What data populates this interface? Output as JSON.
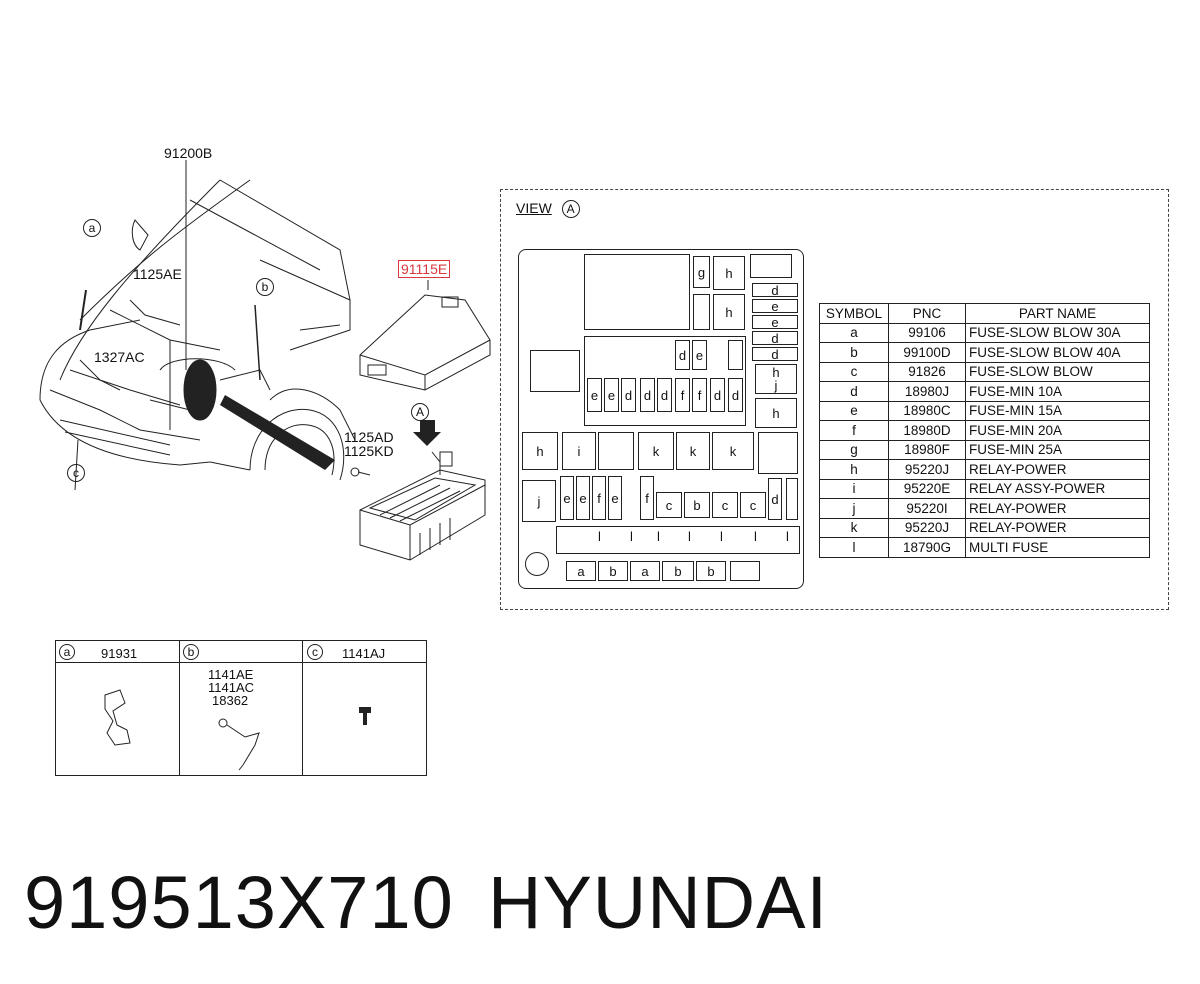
{
  "labels": {
    "harness_main": "91200B",
    "relay_box": "91115E",
    "bolt_1": "1125AE",
    "nut_1": "1327AC",
    "screws": "1125AD\n1125KD",
    "screws_a": "1125AD",
    "screws_b": "1125KD",
    "view_arrow": "A",
    "callout_a": "a",
    "callout_b": "b",
    "callout_c": "c"
  },
  "view": {
    "title": "VIEW",
    "marker": "A"
  },
  "parts_table": {
    "headers": [
      "SYMBOL",
      "PNC",
      "PART NAME"
    ],
    "rows": [
      [
        "a",
        "99106",
        "FUSE-SLOW BLOW 30A"
      ],
      [
        "b",
        "99100D",
        "FUSE-SLOW BLOW 40A"
      ],
      [
        "c",
        "91826",
        "FUSE-SLOW BLOW"
      ],
      [
        "d",
        "18980J",
        "FUSE-MIN 10A"
      ],
      [
        "e",
        "18980C",
        "FUSE-MIN 15A"
      ],
      [
        "f",
        "18980D",
        "FUSE-MIN 20A"
      ],
      [
        "g",
        "18980F",
        "FUSE-MIN 25A"
      ],
      [
        "h",
        "95220J",
        "RELAY-POWER"
      ],
      [
        "i",
        "95220E",
        "RELAY ASSY-POWER"
      ],
      [
        "j",
        "95220I",
        "RELAY-POWER"
      ],
      [
        "k",
        "95220J",
        "RELAY-POWER"
      ],
      [
        "l",
        "18790G",
        "MULTI FUSE"
      ]
    ]
  },
  "fuse_box": {
    "g": "g",
    "h": "h",
    "d": "d",
    "e": "e",
    "f": "f",
    "i": "i",
    "j": "j",
    "k": "k",
    "l": "l",
    "a": "a",
    "b": "b",
    "c": "c"
  },
  "detail_panels": {
    "a": {
      "marker": "a",
      "pnc": "91931"
    },
    "b": {
      "marker": "b",
      "pnc_lines": "1141AE\n1141AC\n18362",
      "pnc_1": "1141AE",
      "pnc_2": "1141AC",
      "pnc_3": "18362"
    },
    "c": {
      "marker": "c",
      "pnc": "1141AJ"
    }
  },
  "footer": {
    "part_number": "919513X710",
    "brand": "HYUNDAI"
  }
}
